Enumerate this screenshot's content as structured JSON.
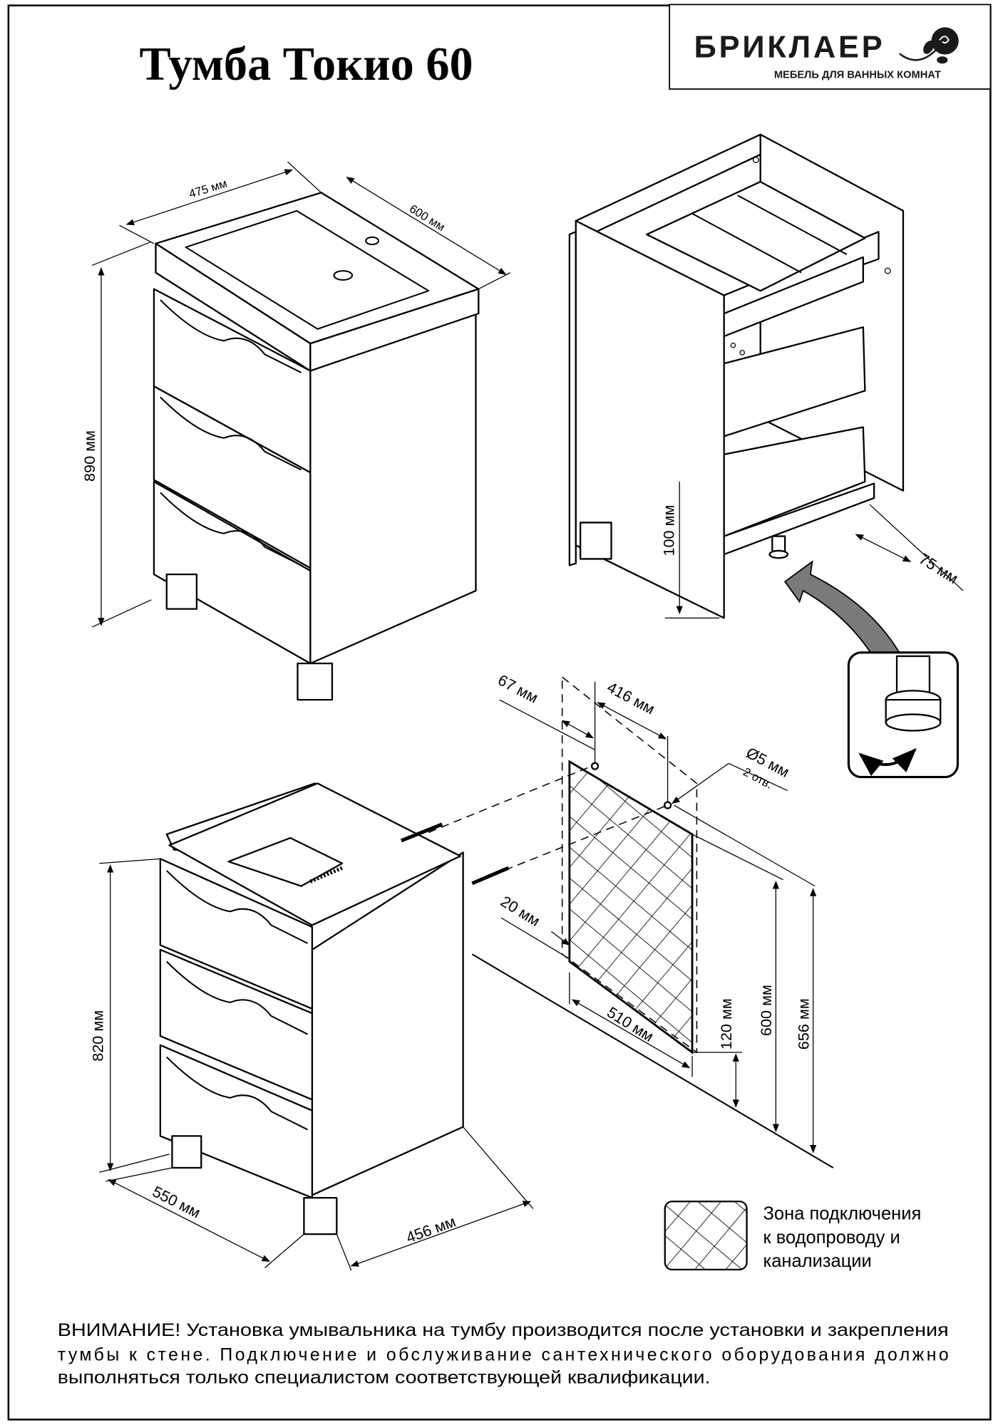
{
  "title": "Тумба Токио 60",
  "brand": {
    "name": "БРИКЛАЕР",
    "tagline": "МЕБЕЛЬ ДЛЯ ВАННЫХ КОМНАТ",
    "icon": "rose-icon"
  },
  "view_assembled": {
    "depth": "475 мм",
    "width": "600 мм",
    "height": "890 мм"
  },
  "view_open": {
    "leg_height": "100 мм",
    "leg_offset": "75 мм"
  },
  "view_mounting": {
    "height": "820 мм",
    "depth": "550 мм",
    "width": "456 мм",
    "hole_offset": "67 мм",
    "hole_spacing": "416 мм",
    "hole_diameter": "Ø5 мм",
    "hole_count": "2 отв.",
    "zone_offset": "20 мм",
    "zone_width": "510 мм",
    "zone_bottom": "120 мм",
    "zone_top": "600 мм",
    "hole_height": "656 мм"
  },
  "legend": {
    "lines": [
      "Зона подключения",
      "к водопроводу и",
      "канализации"
    ]
  },
  "notice": {
    "lines": [
      "ВНИМАНИЕ! Установка умывальника на тумбу производится после установки и закрепления",
      "тумбы к стене. Подключение и обслуживание сантехнического оборудования должно",
      "выполняться только специалистом соответствующей квалификации."
    ]
  },
  "colors": {
    "line": "#000000",
    "arrow_fill": "#7a7a7a"
  }
}
